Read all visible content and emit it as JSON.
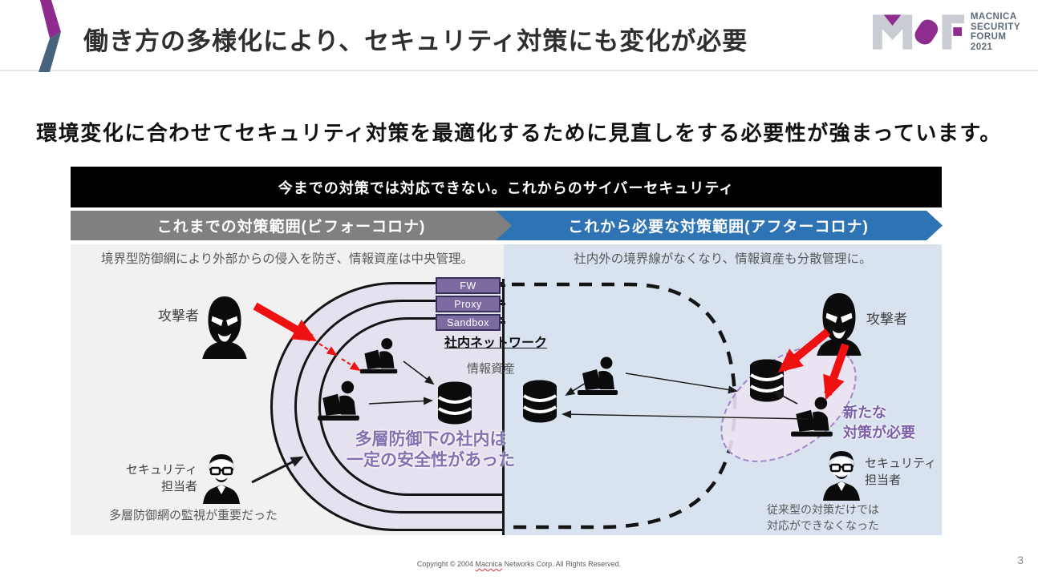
{
  "slide": {
    "title": "働き方の多様化により、セキュリティ対策にも変化が必要",
    "lead": "環境変化に合わせてセキュリティ対策を最適化するために見直しをする必要性が強まっています。",
    "page_number": "3",
    "footer": {
      "pre": "Copyright © 2004 ",
      "brand": "Macnica",
      "post": " Networks Corp. All Rights Reserved."
    }
  },
  "logo": {
    "lines": [
      "MACNICA",
      "SECURITY",
      "FORUM",
      "2021"
    ]
  },
  "diagram": {
    "header": "今までの対策では対応できない。これからのサイバーセキュリティ",
    "left": {
      "banner": "これまでの対策範囲(ビフォーコロナ)",
      "description": "境界型防御網により外部からの侵入を防ぎ、情報資産は中央管理。",
      "attacker_label": "攻撃者",
      "layers": [
        "FW",
        "Proxy",
        "Sandbox"
      ],
      "network_label": "社内ネットワーク",
      "assets_label": "情報資産",
      "note": [
        "多層防御下の社内は",
        "一定の安全性があった"
      ],
      "person_label": [
        "セキュリティ",
        "担当者"
      ],
      "caption": "多層防御網の監視が重要だった"
    },
    "right": {
      "banner": "これから必要な対策範囲(アフターコロナ)",
      "description": "社内外の境界線がなくなり、情報資産も分散管理に。",
      "attacker_label": "攻撃者",
      "note": [
        "新たな",
        "対策が必要"
      ],
      "person_label": [
        "セキュリティ",
        "担当者"
      ],
      "caption": [
        "従来型の対策だけでは",
        "対応ができなくなった"
      ]
    }
  },
  "colors": {
    "accent_purple": "#8e2d8e",
    "chevron_blue": "#47647e",
    "banner_blue": "#2e74b5",
    "banner_gray": "#808080",
    "alert_red": "#ee1111",
    "note_purple": "#7a5fa8",
    "layer_box_purple": "#7b6ba1",
    "left_panel_bg": "#f2f1f1",
    "right_panel_bg": "#d9e2ef",
    "ring_fill": "#e6e1ee"
  }
}
